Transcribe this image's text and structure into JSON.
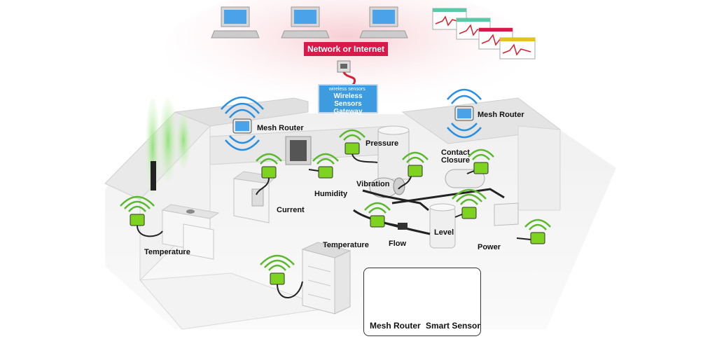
{
  "network_label": "Network or Internet",
  "gateway": {
    "brand": "wireless sensors",
    "line1": "Wireless Sensors",
    "line2": "Gateway"
  },
  "labels": {
    "mesh_router_left": "Mesh Router",
    "mesh_router_right": "Mesh Router",
    "pressure": "Pressure",
    "contact_closure_1": "Contact",
    "contact_closure_2": "Closure",
    "humidity": "Humidity",
    "vibration": "Vibration",
    "current": "Current",
    "level": "Level",
    "flow": "Flow",
    "power": "Power",
    "temperature_left": "Temperature",
    "temperature_center": "Temperature"
  },
  "legend": {
    "mesh_router": "Mesh Router",
    "smart_sensor": "Smart Sensor"
  },
  "colors": {
    "network_red": "#d8194a",
    "gateway_blue": "#3d9be0",
    "sensor_green": "#7ed321",
    "signal_green": "#5cb82e",
    "signal_blue": "#2a8fe0",
    "wall_gray": "#e6e6e6"
  }
}
